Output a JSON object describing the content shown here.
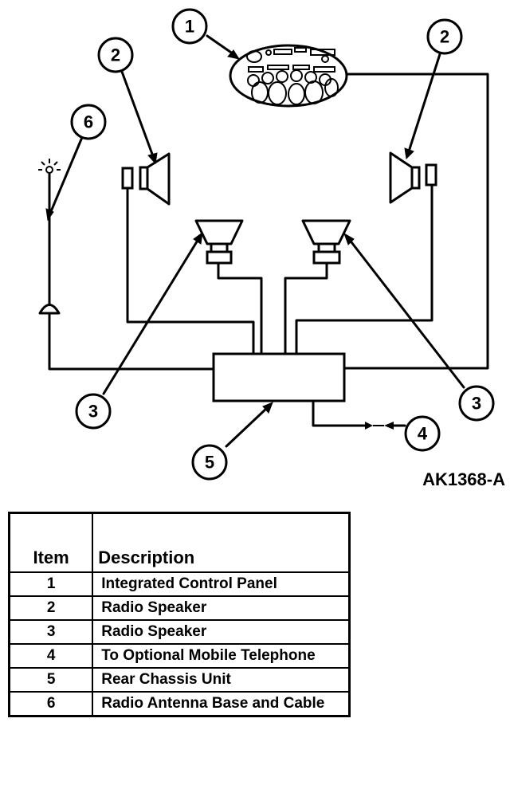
{
  "figure_id": "AK1368-A",
  "callouts": [
    "1",
    "2",
    "2",
    "3",
    "3",
    "4",
    "5",
    "6"
  ],
  "table": {
    "headers": [
      "Item",
      "Description"
    ],
    "rows": [
      {
        "item": "1",
        "description": "Integrated Control Panel"
      },
      {
        "item": "2",
        "description": "Radio Speaker"
      },
      {
        "item": "3",
        "description": "Radio Speaker"
      },
      {
        "item": "4",
        "description": "To Optional Mobile Telephone"
      },
      {
        "item": "5",
        "description": "Rear Chassis Unit"
      },
      {
        "item": "6",
        "description": "Radio Antenna Base and Cable"
      }
    ]
  },
  "components": [
    "control-panel-icon",
    "speaker-icon",
    "antenna-icon",
    "chassis-unit-box",
    "telephone-connector-icon"
  ]
}
